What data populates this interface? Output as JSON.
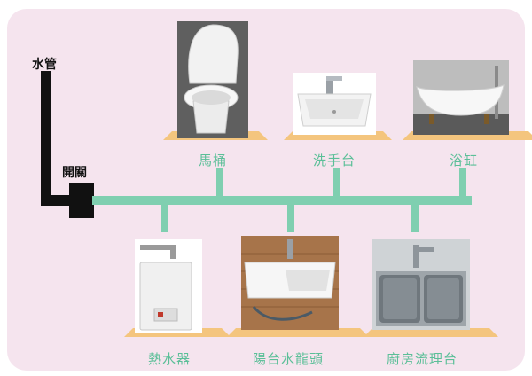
{
  "labels": {
    "water_pipe": "水管",
    "valve": "開關"
  },
  "fixtures": {
    "toilet": "馬桶",
    "wash_basin": "洗手台",
    "bathtub": "浴缸",
    "water_heater": "熱水器",
    "balcony_faucet": "陽台水龍頭",
    "kitchen_sink": "廚房流理台"
  },
  "colors": {
    "supply_line": "#7fcfb0",
    "main_pipe": "#111111",
    "pedestal": "#f4c57e",
    "label_text": "#5bbf98",
    "background": "#f5e4ee"
  }
}
